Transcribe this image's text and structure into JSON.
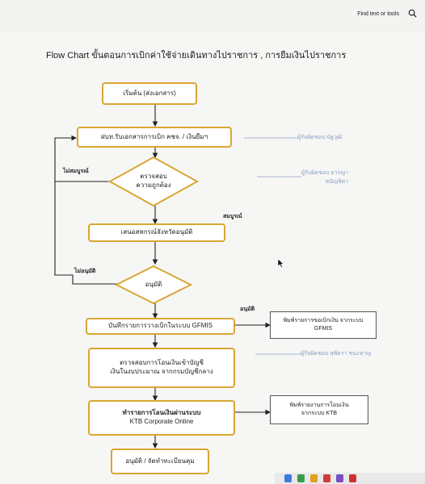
{
  "toolbar": {
    "find_label": "Find text or tools"
  },
  "title": "Flow Chart ขั้นตอนการเบิกค่าใช้จ่ายเดินทางไปราชการ , การยืมเงินไปราชการ",
  "steps": {
    "start": "เริ่มต้น (ส่งเอกสาร)",
    "receive": "ฝบท.รับเอกสารการเบิก คชจ. / เงินยืมฯ",
    "check_line1": "ตรวจสอบ",
    "check_line2": "ความถูกต้อง",
    "propose": "เสนอสหกรณ์จังหวัดอนุมัติ",
    "approve": "อนุมัติ",
    "record": "บันทึกรายการวางเบิกในระบบ GFMIS",
    "verify_line1": "ตรวจสอบการโอนเงินเข้าบัญชี",
    "verify_line2": "เงินในงบประมาณ จากกรมบัญชีกลาง",
    "transfer_line1": "ทำรายการโอนเงินผ่านระบบ",
    "transfer_line2": "KTB Corporate Online",
    "final": "อนุมัติ / จัดทำทะเบียนคุม"
  },
  "side_boxes": {
    "print_request_line1": "พิมพ์รายการขอเบิกเงิน จากระบบ",
    "print_request_line2": "GFMIS",
    "print_transfer_line1": "พิมพ์รายงานการโอนเงิน",
    "print_transfer_line2": "จากระบบ KTB"
  },
  "labels": {
    "incomplete": "ไม่สมบูรณ์",
    "complete": "สมบูรณ์",
    "not_approved": "ไม่อนุมัติ",
    "approved": "อนุมัติ"
  },
  "responsible": {
    "r1": "ผู้รับผิดชอบ นัฐวุฒิ",
    "r2_line1": "ผู้รับผิดชอบ อารญา",
    "r2_line2": "ชนัญชิดา",
    "r3": "ผู้รับผิดชอบ สุพัตรา ชนะหาญ"
  },
  "colors": {
    "box_border": "#d9a634",
    "responsible_text": "#8aa0c4"
  }
}
